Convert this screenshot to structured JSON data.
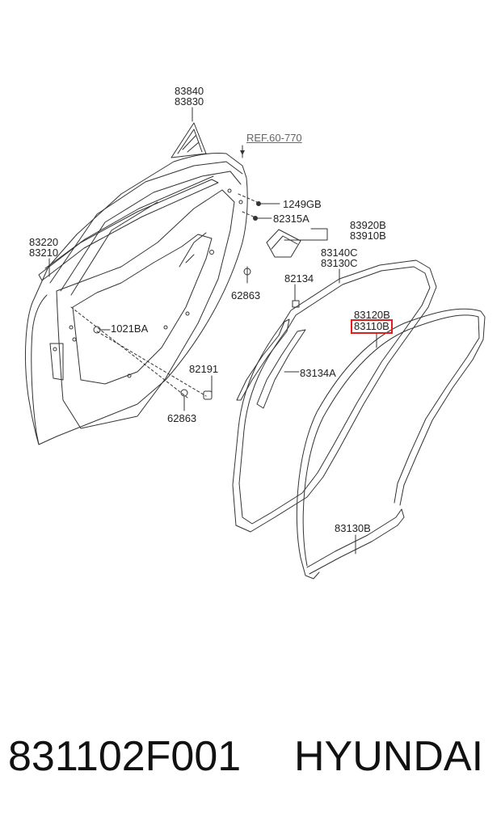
{
  "diagram": {
    "labels": {
      "l83840": "83840",
      "l83830": "83830",
      "ref": "REF.60-770",
      "l1249gb": "1249GB",
      "l82315a": "82315A",
      "l83920b": "83920B",
      "l83910b": "83910B",
      "l83220": "83220",
      "l83210": "83210",
      "l83140c": "83140C",
      "l83130c": "83130C",
      "l82134": "82134",
      "l62863a": "62863",
      "l1021ba": "1021BA",
      "l83120b": "83120B",
      "l83110b": "83110B",
      "l82191": "82191",
      "l83134a": "83134A",
      "l62863b": "62863",
      "l83130b": "83130B"
    },
    "highlight_color": "#e01e1e"
  },
  "footer": {
    "part_number": "831102F001",
    "brand": "HYUNDAI"
  }
}
